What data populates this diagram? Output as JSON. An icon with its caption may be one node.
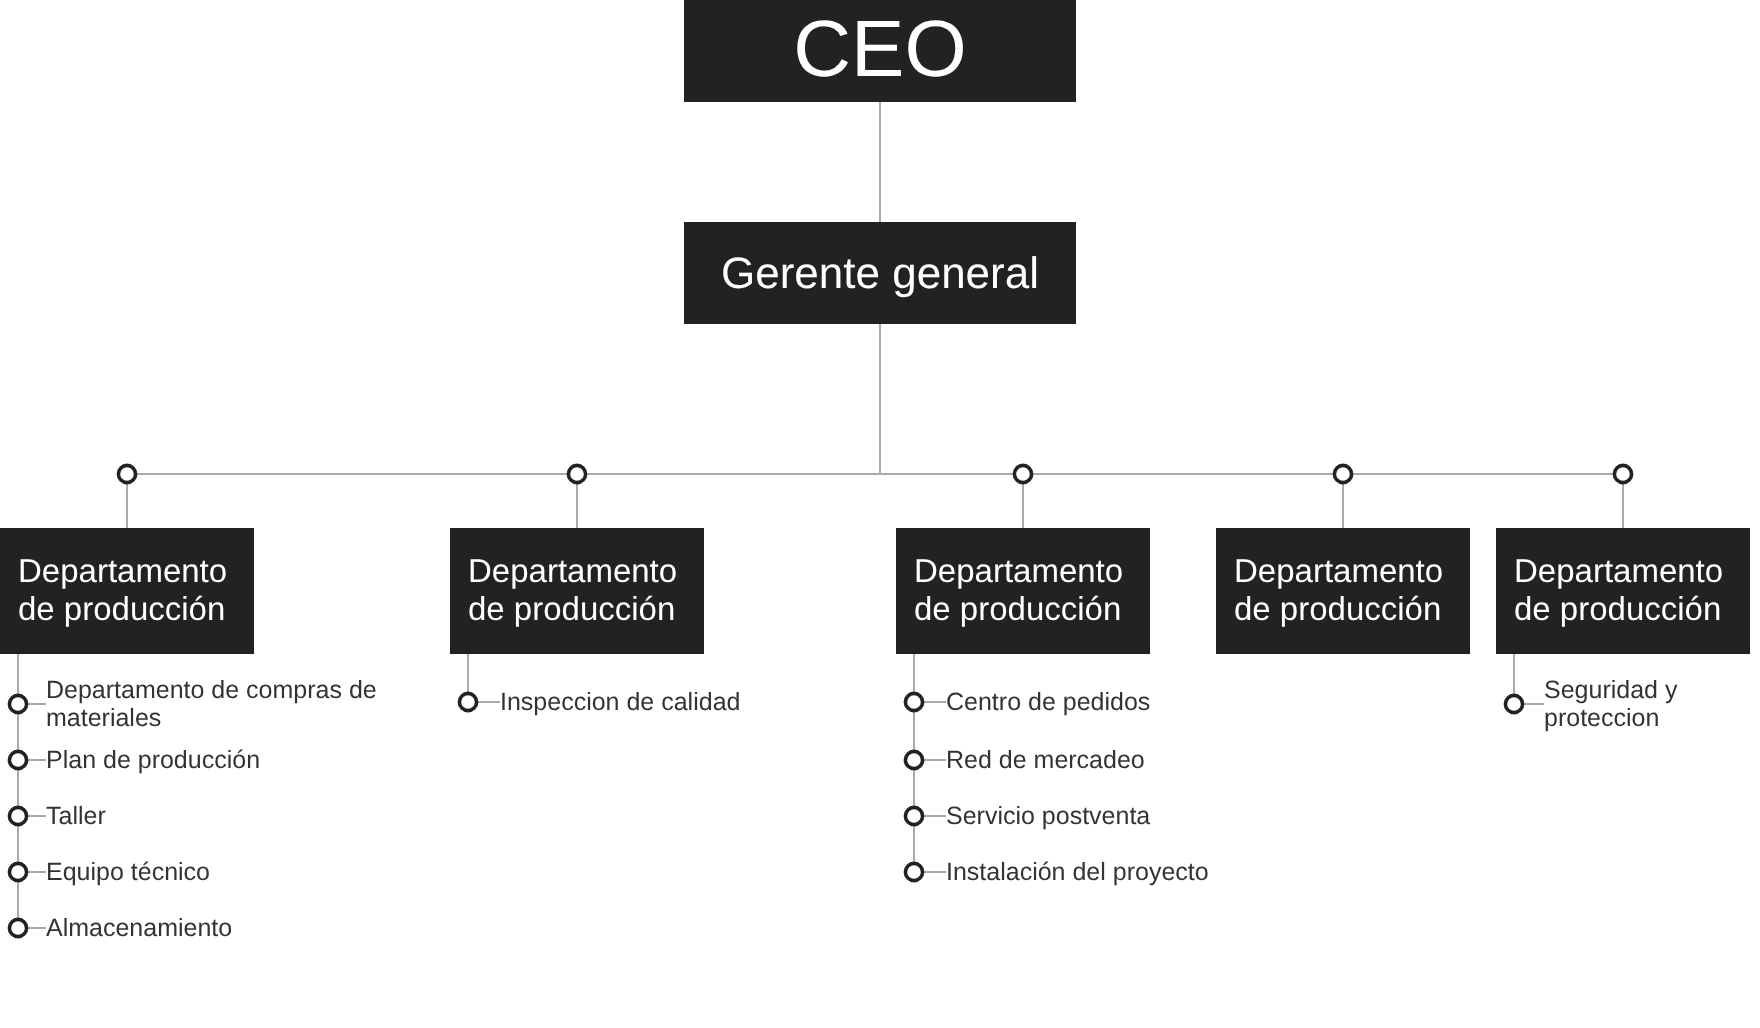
{
  "diagram": {
    "nodes": [
      {
        "text": [
          "CEO"
        ]
      },
      {
        "text": [
          "Gerente general"
        ]
      },
      {
        "text": [
          "Departamento de producción"
        ]
      },
      {
        "text": [
          "Departamento de producción"
        ]
      },
      {
        "text": [
          "Departamento de producción"
        ]
      },
      {
        "text": [
          "Departamento de producción"
        ]
      },
      {
        "text": [
          "Departamento de producción"
        ]
      },
      {
        "text": [
          "Departamento de compras de materiales"
        ]
      },
      {
        "text": [
          "Plan de producción"
        ]
      },
      {
        "text": [
          "Taller"
        ]
      },
      {
        "text": [
          "Equipo técnico"
        ]
      },
      {
        "text": [
          "Almacenamiento"
        ]
      },
      {
        "text": [
          "Inspeccion de calidad"
        ]
      },
      {
        "text": [
          "Centro de pedidos"
        ]
      },
      {
        "text": [
          "Red de mercadeo"
        ]
      },
      {
        "text": [
          "Servicio postventa"
        ]
      },
      {
        "text": [
          "Instalación del proyecto"
        ]
      },
      {
        "text": [
          "Seguridad y proteccion"
        ]
      }
    ],
    "edges": [
      {
        "from": 0,
        "to": 1,
        "arrow": "none"
      },
      {
        "from": 1,
        "to": 2,
        "arrow": "none"
      },
      {
        "from": 1,
        "to": 3,
        "arrow": "none"
      },
      {
        "from": 1,
        "to": 4,
        "arrow": "none"
      },
      {
        "from": 1,
        "to": 5,
        "arrow": "none"
      },
      {
        "from": 1,
        "to": 6,
        "arrow": "none"
      },
      {
        "from": 2,
        "to": 7,
        "arrow": "none"
      },
      {
        "from": 2,
        "to": 8,
        "arrow": "none"
      },
      {
        "from": 2,
        "to": 9,
        "arrow": "none"
      },
      {
        "from": 2,
        "to": 10,
        "arrow": "none"
      },
      {
        "from": 2,
        "to": 11,
        "arrow": "none"
      },
      {
        "from": 3,
        "to": 12,
        "arrow": "none"
      },
      {
        "from": 4,
        "to": 13,
        "arrow": "none"
      },
      {
        "from": 4,
        "to": 14,
        "arrow": "none"
      },
      {
        "from": 4,
        "to": 15,
        "arrow": "none"
      },
      {
        "from": 4,
        "to": 16,
        "arrow": "none"
      },
      {
        "from": 6,
        "to": 17,
        "arrow": "none"
      }
    ]
  }
}
